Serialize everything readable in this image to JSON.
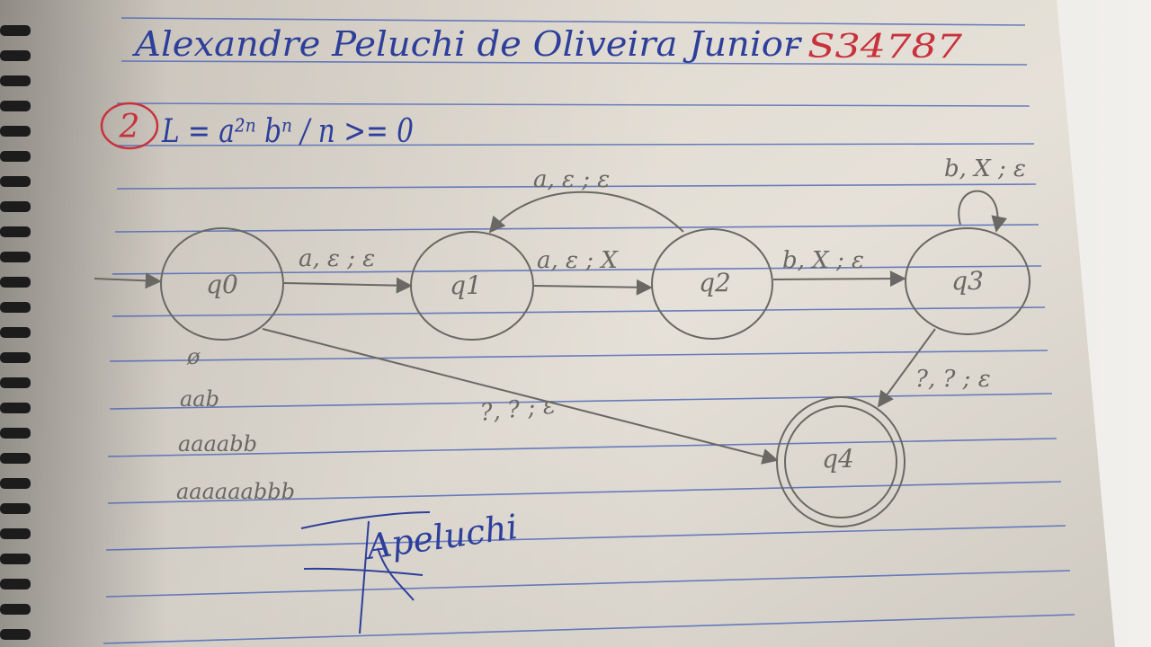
{
  "header": {
    "name": "Alexandre Peluchi de Oliveira Junior",
    "separator": "-",
    "student_id": "S34787"
  },
  "exercise": {
    "number": "2",
    "language": "L = a²ⁿ bⁿ / n >= 0"
  },
  "automaton": {
    "states": [
      {
        "id": "q0",
        "label": "q0",
        "accepting": false,
        "initial": true
      },
      {
        "id": "q1",
        "label": "q1",
        "accepting": false,
        "initial": false
      },
      {
        "id": "q2",
        "label": "q2",
        "accepting": false,
        "initial": false
      },
      {
        "id": "q3",
        "label": "q3",
        "accepting": false,
        "initial": false
      },
      {
        "id": "q4",
        "label": "q4",
        "accepting": true,
        "initial": false
      }
    ],
    "transitions": [
      {
        "from": "q0",
        "to": "q1",
        "label": "a, ε ; ε"
      },
      {
        "from": "q1",
        "to": "q2",
        "label": "a, ε ; X"
      },
      {
        "from": "q2",
        "to": "q1",
        "label": "a, ε ; ε"
      },
      {
        "from": "q2",
        "to": "q3",
        "label": "b, X ; ε"
      },
      {
        "from": "q3",
        "to": "q3",
        "label": "b, X ; ε"
      },
      {
        "from": "q3",
        "to": "q4",
        "label": "?, ? ; ε"
      },
      {
        "from": "q0",
        "to": "q4",
        "label": "?, ? ; ε"
      }
    ]
  },
  "examples": [
    "ø",
    "aab",
    "aaaabb",
    "aaaaaabbb"
  ],
  "signature": "Apeluchi"
}
